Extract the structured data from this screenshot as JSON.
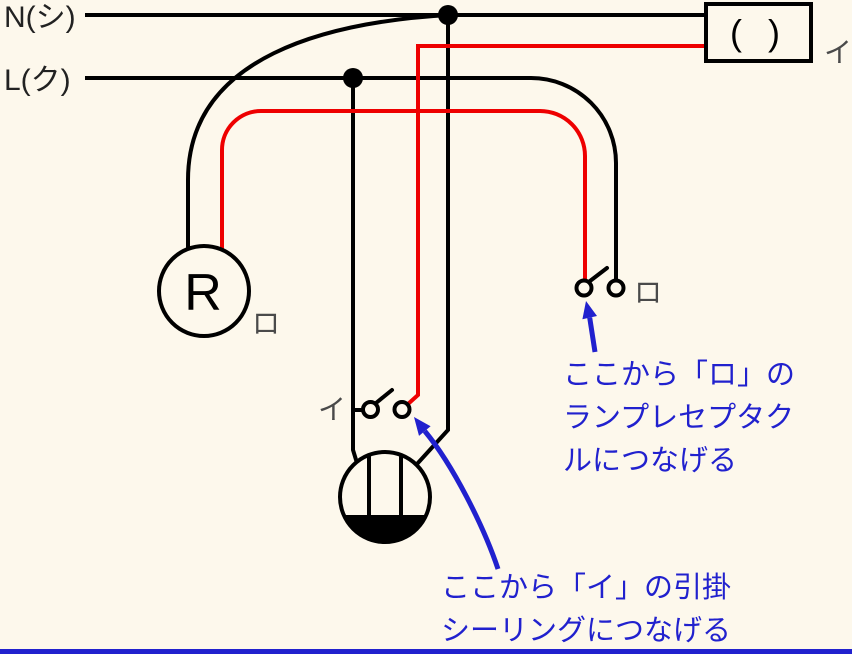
{
  "colors": {
    "background": "#FDF8EC",
    "wire_black": "#000000",
    "wire_red": "#EE0000",
    "annotation_blue": "#2121CE",
    "label_gray": "#4A4A4A",
    "text_dark": "#222222"
  },
  "power_source": {
    "neutral_label": "N(シ)",
    "live_label": "L(ク)"
  },
  "omitted_load_box": {
    "symbol": "( )",
    "circuit_tag": "イ"
  },
  "lamp_receptacle": {
    "symbol": "R",
    "circuit_tag": "ロ"
  },
  "switch_ro": {
    "circuit_tag": "ロ"
  },
  "switch_i": {
    "circuit_tag": "イ"
  },
  "annotations": {
    "to_lamp_receptacle": {
      "lines": [
        "ここから「ロ」の",
        "ランプレセプタク",
        "ルにつなげる"
      ]
    },
    "to_ceiling": {
      "lines": [
        "ここから「イ」の引掛",
        "シーリングにつなげる"
      ]
    }
  }
}
